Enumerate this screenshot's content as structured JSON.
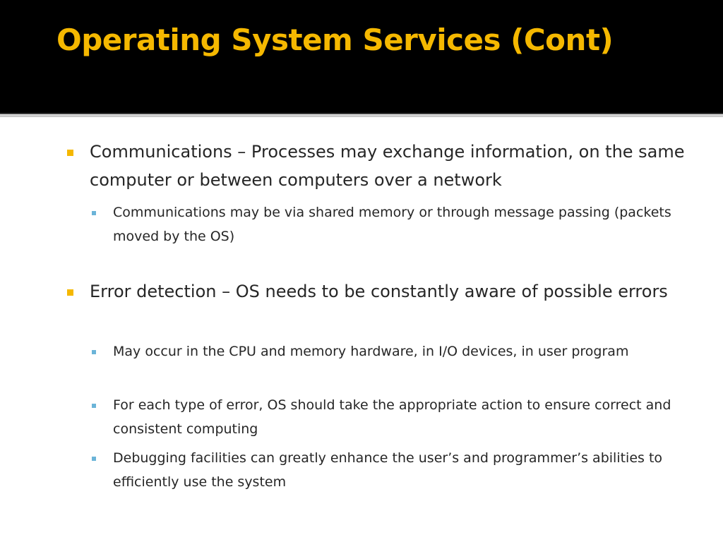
{
  "slide": {
    "title": "Operating System Services (Cont)",
    "sections": [
      {
        "text": "Communications – Processes may exchange information, on the same computer or between computers over a network",
        "subitems": [
          "Communications may be via shared memory or through message passing (packets moved by the OS)"
        ]
      },
      {
        "text": "Error detection – OS needs to be constantly aware of possible errors",
        "subitems": [
          "May occur in the CPU and memory hardware, in I/O devices, in user program",
          "For each type of error, OS should take the appropriate action to ensure correct and consistent computing",
          "Debugging facilities can greatly enhance the user’s and programmer’s abilities to efficiently use the system"
        ]
      }
    ]
  },
  "colors": {
    "title_background": "#000000",
    "title_text": "#f5b800",
    "level1_bullet": "#f5b800",
    "level2_bullet": "#6bb4d8",
    "body_text": "#262626"
  }
}
